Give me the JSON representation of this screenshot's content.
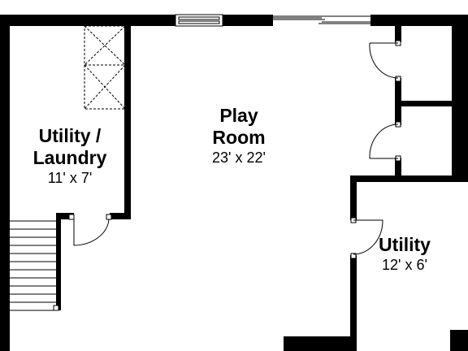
{
  "rooms": {
    "play_room": {
      "name_line1": "Play",
      "name_line2": "Room",
      "dims": "23' x 22'"
    },
    "utility_laundry": {
      "name_line1": "Utility /",
      "name_line2": "Laundry",
      "dims": "11' x 7'"
    },
    "utility": {
      "name": "Utility",
      "dims": "12' x 6'"
    }
  },
  "colors": {
    "wall": "#000000",
    "background": "#ffffff"
  }
}
